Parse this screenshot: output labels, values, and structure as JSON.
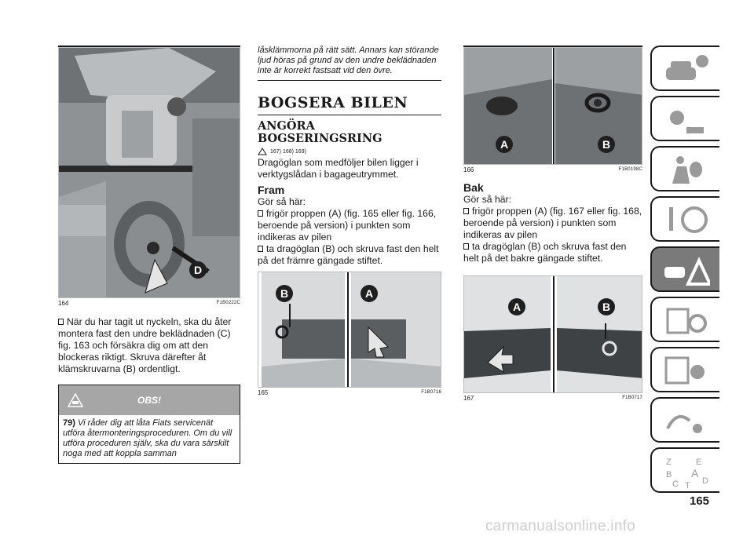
{
  "page_number": "165",
  "watermark": "carmanualsonline.info",
  "col1": {
    "fig164": {
      "number": "164",
      "code": "F1B0222C",
      "label_d": "D"
    },
    "para": "När du har tagit ut nyckeln, ska du åter montera fast den undre beklädnaden (C) fig. 163 och försäkra dig om att den blockeras riktigt. Skruva därefter åt klämskruvarna (B) ordentligt.",
    "note": {
      "title": "OBS!",
      "num": "79)",
      "text": "Vi råder dig att låta Fiats servicenät utföra återmonteringsproceduren. Om du vill utföra proceduren själv, ska du vara särskilt noga med att koppla samman"
    }
  },
  "col2": {
    "continued_text": "låsklämmorna på rätt sätt. Annars kan störande ljud höras på grund av den undre beklädnaden inte är korrekt fastsatt vid den övre.",
    "section_title": "BOGSERA BILEN",
    "sub_title_line1": "ANGÖRA",
    "sub_title_line2": "BOGSERINGSRING",
    "refs": "167)  168)  169)",
    "intro": "Dragöglan som medföljer bilen ligger i verktygslådan i bagageutrymmet.",
    "fram_title": "Fram",
    "fram_intro": "Gör så här:",
    "fram_bullet1": "frigör proppen (A) (fig. 165 eller fig. 166, beroende på version) i punkten som indikeras av pilen",
    "fram_bullet2": "ta dragöglan (B) och skruva fast den helt på det främre gängade stiftet.",
    "fig165": {
      "number": "165",
      "code": "F1B0716",
      "label_a": "A",
      "label_b": "B"
    }
  },
  "col3": {
    "fig166": {
      "number": "166",
      "code": "F1B0198C",
      "label_a": "A",
      "label_b": "B"
    },
    "bak_title": "Bak",
    "bak_intro": "Gör så här:",
    "bak_bullet1": "frigör proppen (A) (fig. 167 eller fig. 168, beroende på version) i punkten som indikeras av pilen",
    "bak_bullet2": "ta dragöglan (B) och skruva fast den helt på det bakre gängade stiftet.",
    "fig167": {
      "number": "167",
      "code": "F1B0717",
      "label_a": "A",
      "label_b": "B"
    }
  },
  "sidebar": {
    "tabs": [
      {
        "icon": "car-info-icon",
        "active": false
      },
      {
        "icon": "dashboard-lights-icon",
        "active": false
      },
      {
        "icon": "airbag-seat-icon",
        "active": false
      },
      {
        "icon": "key-steering-icon",
        "active": false
      },
      {
        "icon": "emergency-warning-icon",
        "active": true
      },
      {
        "icon": "maintenance-icon",
        "active": false
      },
      {
        "icon": "technical-data-icon",
        "active": false
      },
      {
        "icon": "multimedia-icon",
        "active": false
      },
      {
        "icon": "index-icon",
        "active": false
      }
    ],
    "index_letters": [
      "Z",
      "E",
      "B",
      "A",
      "C",
      "D",
      "T"
    ]
  },
  "colors": {
    "accent": "#7a7a7a",
    "note_header": "#a6a6a6",
    "text": "#1a1a1a"
  }
}
